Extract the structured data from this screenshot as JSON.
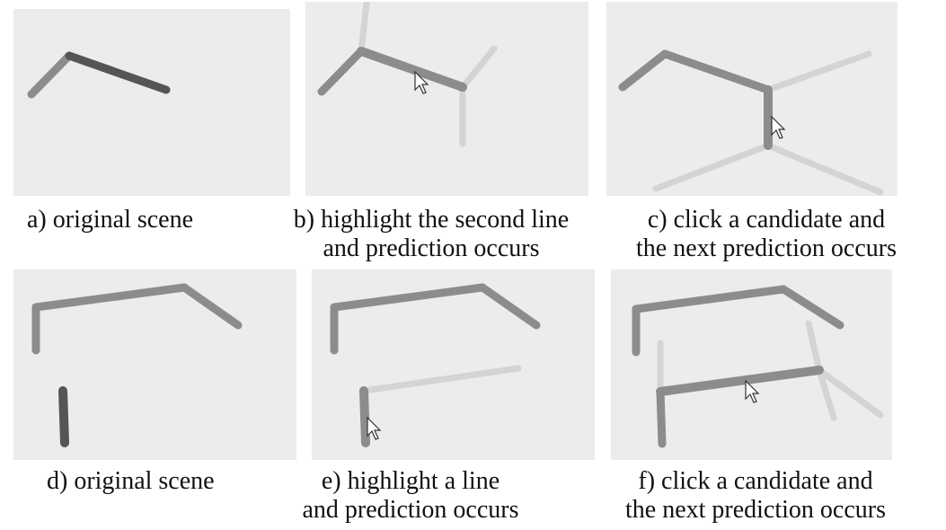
{
  "figure": {
    "panels": [
      {
        "id": "a",
        "caption_line1": "a) original scene",
        "caption_line2": "",
        "highlight": "dark"
      },
      {
        "id": "b",
        "caption_line1": "b) highlight the second line",
        "caption_line2": "and prediction occurs",
        "highlight": "mid"
      },
      {
        "id": "c",
        "caption_line1": "c) click a candidate and",
        "caption_line2": "the next prediction occurs",
        "highlight": "mid"
      },
      {
        "id": "d",
        "caption_line1": "d) original scene",
        "caption_line2": "",
        "highlight": "dark"
      },
      {
        "id": "e",
        "caption_line1": "e) highlight a line",
        "caption_line2": "and prediction occurs",
        "highlight": "mid"
      },
      {
        "id": "f",
        "caption_line1": "f) click a candidate and",
        "caption_line2": "the next prediction occurs",
        "highlight": "mid"
      }
    ],
    "colors": {
      "panel_bg": "#ececec",
      "rod_dark": "#555555",
      "rod_mid": "#8c8c8c",
      "rod_light_candidate": "#d4d4d4"
    },
    "icons": [
      "mouse-cursor-icon"
    ]
  }
}
